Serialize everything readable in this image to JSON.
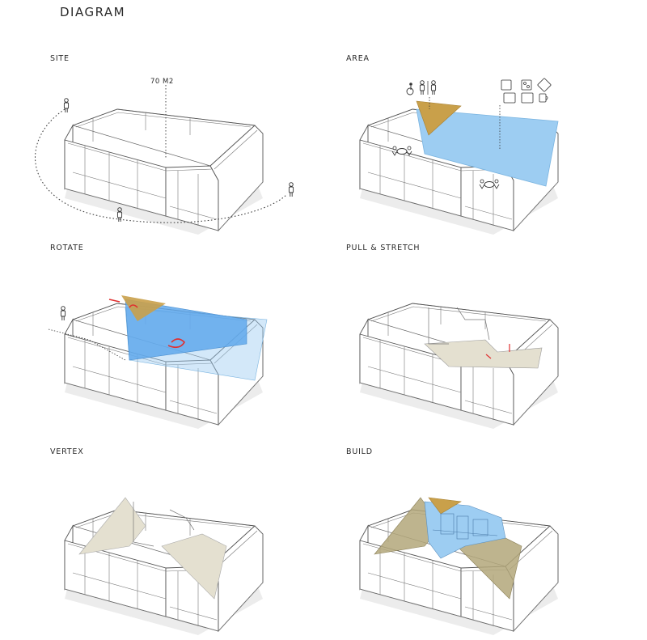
{
  "title": "DIAGRAM",
  "panels": [
    {
      "id": "site",
      "label": "SITE",
      "annotation": "70 M2"
    },
    {
      "id": "area",
      "label": "AREA"
    },
    {
      "id": "rotate",
      "label": "ROTATE"
    },
    {
      "id": "pull",
      "label": "PULL & STRETCH"
    },
    {
      "id": "vertex",
      "label": "VERTEX"
    },
    {
      "id": "build",
      "label": "BUILD"
    }
  ],
  "colors": {
    "blue": "#9dcdf2",
    "blue_strong": "#5fa8ec",
    "ochre": "#c9a04a",
    "olive": "#b3a77a",
    "beige": "#e4e0d0",
    "red_arrow": "#e03030"
  },
  "icons": [
    "person-icon",
    "wheelchair-icon",
    "restroom-icon",
    "table-with-chairs-icon",
    "kitchen-appliance-icon",
    "mug-icon"
  ]
}
